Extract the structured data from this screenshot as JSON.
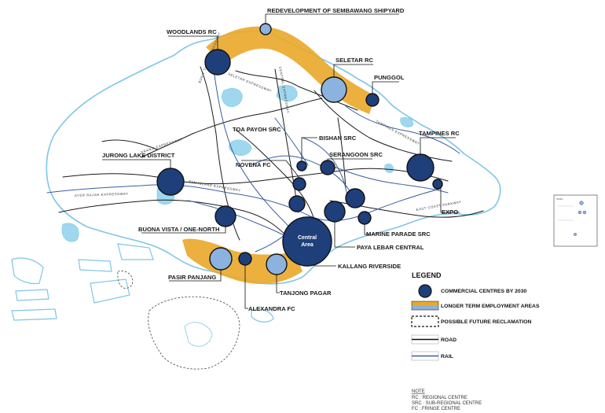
{
  "labels": {
    "sembawang": "REDEVELOPMENT OF SEMBAWANG SHIPYARD",
    "woodlands": "WOODLANDS RC",
    "seletar": "SELETAR RC",
    "punggol": "PUNGGOL",
    "toa_payoh": "TOA PAYOH SRC",
    "bishan": "BISHAN SRC",
    "tampines": "TAMPINES RC",
    "jurong": "JURONG LAKE DISTRICT",
    "novena": "NOVENA FC",
    "serangoon": "SERANGOON SRC",
    "expo": "EXPO",
    "buona_vista": "BUONA VISTA / ONE-NORTH",
    "marine_parade": "MARINE PARADE SRC",
    "paya_lebar": "PAYA LEBAR CENTRAL",
    "kallang": "KALLANG RIVERSIDE",
    "pasir_panjang": "PASIR PANJANG",
    "tanjong_pagar": "TANJONG PAGAR",
    "alexandra": "ALEXANDRA FC",
    "central_line1": "Central",
    "central_line2": "Area"
  },
  "road_labels": {
    "bke": "BUKIT TIMAH EXPRESSWAY",
    "sle": "SELETAR EXPRESSWAY",
    "cte": "CENTRAL EXPRESSWAY",
    "tpe": "TAMPINES EXPRESSWAY",
    "kje": "KRANJI EXPRESSWAY",
    "pie": "PAN ISLAND EXPRESSWAY",
    "aye": "AYER RAJAH EXPRESSWAY",
    "ecp": "EAST COAST PARKWAY"
  },
  "legend": {
    "title": "LEGEND",
    "commercial": "COMMERCIAL CENTRES BY 2030",
    "employment": "LONGER TERM EMPLOYMENT AREAS",
    "reclamation": "POSSIBLE FUTURE RECLAMATION",
    "road": "ROAD",
    "rail": "RAIL"
  },
  "note": {
    "title": "NOTE",
    "rc": "RC   : REGIONAL CENTRE",
    "src": "SRC : SUB-REGIONAL CENTRE",
    "fc": "FC   : FRINGE CENTRE"
  },
  "inset": {
    "title": "INSET"
  },
  "colors": {
    "centre_fill": "#1e3f7a",
    "centre_light_fill": "#8cb2df",
    "employment_band": "#e9a92e",
    "coastline": "#7fc6e4",
    "water": "#9fd8ee",
    "road": "#1a1a1a",
    "rail": "#3a5fa0"
  }
}
